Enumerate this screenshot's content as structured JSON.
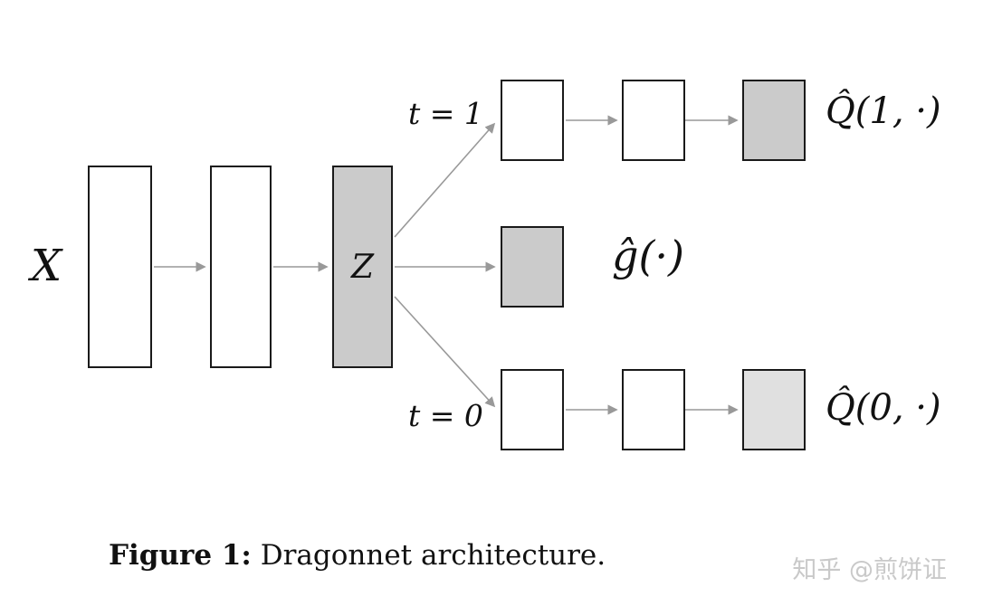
{
  "figure": {
    "input_label": "X",
    "z_label": "Z",
    "t1_label": "t = 1",
    "t0_label": "t = 0",
    "q1_label": "Q̂(1, ·)",
    "g_label": "ĝ(·)",
    "q0_label": "Q̂(0, ·)"
  },
  "caption": {
    "prefix": "Figure 1:",
    "text": " Dragonnet architecture."
  },
  "watermark": "知乎 @煎饼证",
  "colors": {
    "box_border": "#1a1a1a",
    "gray_fill": "#cbcbcb",
    "light_gray_fill": "#e0e0e0",
    "arrow": "#999999",
    "watermark": "#c9c9c9"
  }
}
